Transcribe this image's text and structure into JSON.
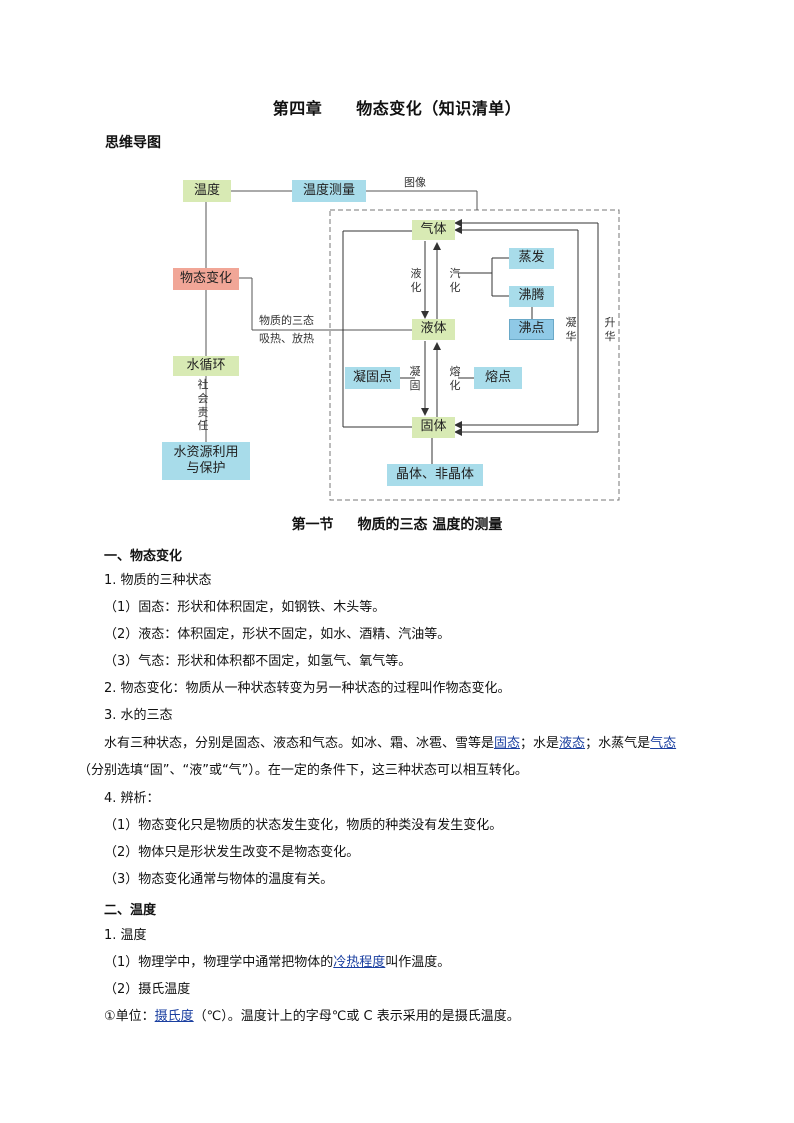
{
  "title": {
    "chapter": "第四章",
    "name": "物态变化（知识清单）"
  },
  "mindmap_heading": "思维导图",
  "mindmap": {
    "wendu": "温度",
    "wendu_celiang": "温度测量",
    "tuxiang": "图像",
    "wutai_bianhua": "物态变化",
    "wuzhi_santai": "物质的三态",
    "xire_fangre": "吸热、放热",
    "shui_xunhuan": "水循环",
    "shehui_zeren": "社会责任",
    "shui_ziyuan_line1": "水资源利用",
    "shui_ziyuan_line2": "与保护",
    "qiti": "气体",
    "yeti": "液体",
    "guti": "固体",
    "zhengfa": "蒸发",
    "feiteng": "沸腾",
    "feidian": "沸点",
    "ninggudian": "凝固点",
    "rongdian": "熔点",
    "jingti": "晶体、非晶体",
    "yehua": "液化",
    "qihua": "汽化",
    "ninggu": "凝固",
    "ronghua": "熔化",
    "ninghua": "凝华",
    "shenghua": "升华"
  },
  "section": {
    "number": "第一节",
    "name": "物质的三态 温度的测量"
  },
  "content": {
    "h1": "一、物态变化",
    "p1": "1. 物质的三种状态",
    "p1_1": "（1）固态：形状和体积固定，如钢铁、木头等。",
    "p1_2": "（2）液态：体积固定，形状不固定，如水、酒精、汽油等。",
    "p1_3": "（3）气态：形状和体积都不固定，如氢气、氧气等。",
    "p2": "2. 物态变化：物质从一种状态转变为另一种状态的过程叫作物态变化。",
    "p3": "3. 水的三态",
    "p3_a": "水有三种状态，分别是固态、液态和气态。如冰、霜、冰雹、雪等是",
    "p3_b": "固态",
    "p3_c": "；水是",
    "p3_d": "液态",
    "p3_e": "；水蒸气是",
    "p3_f": "气态",
    "p3_g": "（分别选填“固”、“液”或“气”）。在一定的条件下，这三种状态可以相互转化。",
    "p4": "4. 辨析：",
    "p4_1": "（1）物态变化只是物质的状态发生变化，物质的种类没有发生变化。",
    "p4_2": "（2）物体只是形状发生改变不是物态变化。",
    "p4_3": "（3）物态变化通常与物体的温度有关。",
    "h2": "二、温度",
    "q1": "1. 温度",
    "q1_1a": "（1）物理学中，物理学中通常把物体的",
    "q1_1b": "冷热程度",
    "q1_1c": "叫作温度。",
    "q1_2": "（2）摄氏温度",
    "q1_3a": "①单位：",
    "q1_3b": "摄氏度",
    "q1_3c": "（℃）。温度计上的字母℃或 C 表示采用的是摄氏温度。"
  }
}
